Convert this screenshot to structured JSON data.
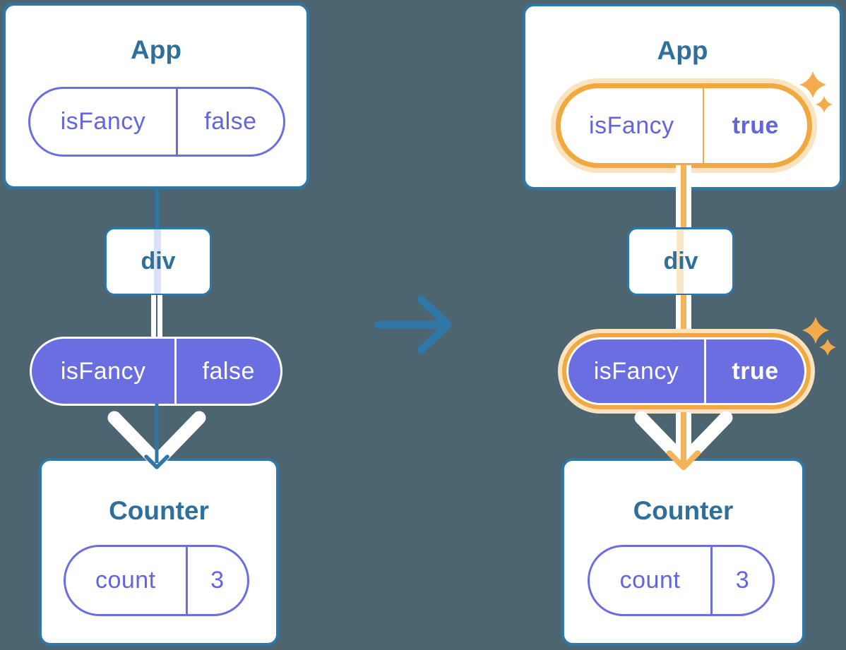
{
  "left_tree": {
    "app": {
      "title": "App",
      "prop_name": "isFancy",
      "prop_value": "false"
    },
    "div": {
      "label": "div"
    },
    "prop_pill": {
      "prop_name": "isFancy",
      "prop_value": "false"
    },
    "counter": {
      "title": "Counter",
      "state_name": "count",
      "state_value": "3"
    }
  },
  "right_tree": {
    "app": {
      "title": "App",
      "prop_name": "isFancy",
      "prop_value": "true"
    },
    "div": {
      "label": "div"
    },
    "prop_pill": {
      "prop_name": "isFancy",
      "prop_value": "true"
    },
    "counter": {
      "title": "Counter",
      "state_name": "count",
      "state_value": "3"
    }
  },
  "colors": {
    "background": "#4D6571",
    "card_border": "#2E77A6",
    "title_text": "#2E6F9B",
    "purple": "#6A6EE0",
    "purple_text": "#6366DB",
    "highlight_orange": "#F2A840",
    "highlight_glow": "#FAE3BE",
    "arrow_orange": "#F6B45A",
    "sparkle": "#F3AB4D",
    "lavender_trace": "#DCE1F6",
    "peach_trace": "#FBE6C5"
  }
}
